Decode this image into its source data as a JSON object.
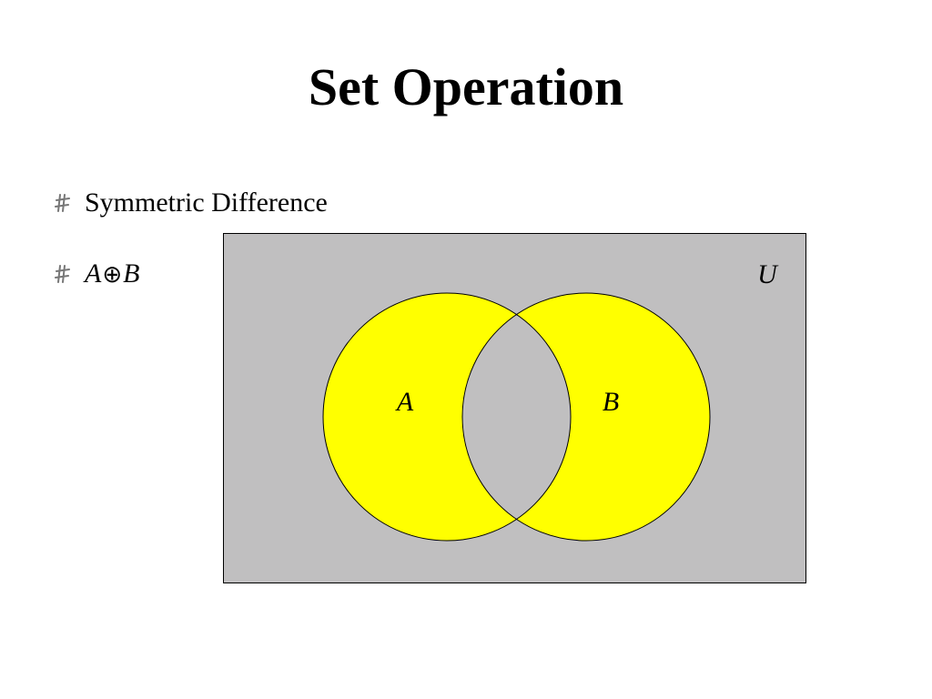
{
  "slide": {
    "title": "Set Operation",
    "bullets": [
      {
        "icon": "hash-bullet-icon",
        "text": "Symmetric Difference"
      },
      {
        "icon": "hash-bullet-icon",
        "expression": {
          "left": "A",
          "operator": "⊕",
          "right": "B"
        }
      }
    ]
  },
  "venn": {
    "universe_label": "U",
    "set_a_label": "A",
    "set_b_label": "B",
    "colors": {
      "universe": "#c0bfc0",
      "set_only": "#ffff00",
      "intersection": "#c0bfc0",
      "outline": "#000000"
    }
  }
}
